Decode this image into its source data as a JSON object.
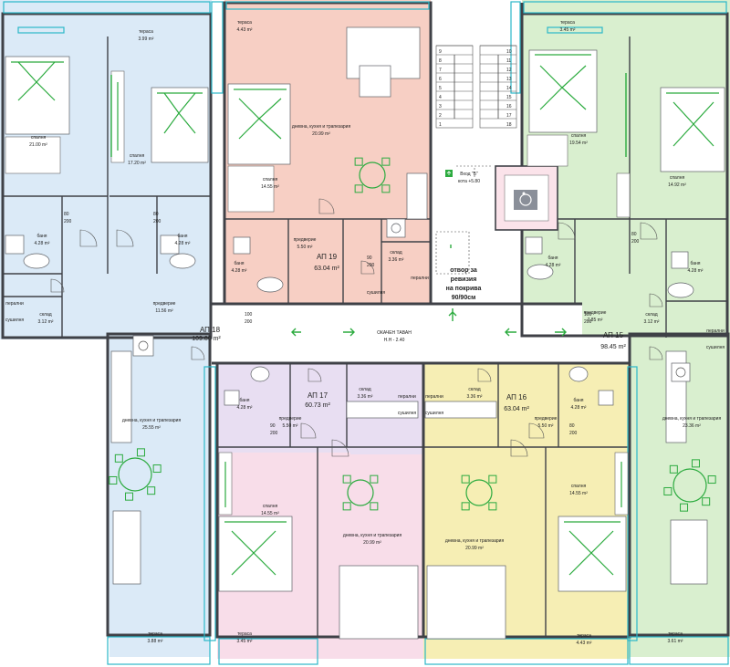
{
  "colors": {
    "blue": "#dbeaf7",
    "salmon": "#f7cfc4",
    "green": "#d9efcf",
    "pink": "#f8dde9",
    "yellow": "#f6eeb4",
    "lavender": "#e8def2",
    "corridor": "#ffffff",
    "accent_green": "#2cab3f"
  },
  "apartments": {
    "ap18": {
      "label": "АП 18",
      "area": "109.86 m²"
    },
    "ap19": {
      "label": "АП 19",
      "area": "63.04 m²"
    },
    "ap15": {
      "label": "АП 15",
      "area": "98.45 m²"
    },
    "ap17": {
      "label": "АП 17",
      "area": "60.73 m²"
    },
    "ap16": {
      "label": "АП 16",
      "area": "63.04 m²"
    }
  },
  "rooms": {
    "bl_terrace": {
      "name": "тераса",
      "area": "3.99 m²"
    },
    "bl_bed1": {
      "name": "спалня",
      "area": "21.00 m²"
    },
    "bl_bed2": {
      "name": "спалня",
      "area": "17.20 m²"
    },
    "bl_bath1": {
      "name": "баня",
      "area": "4.28 m²"
    },
    "bl_bath2": {
      "name": "баня",
      "area": "4.28 m²"
    },
    "bl_laundry": {
      "name": "перални",
      "area": ""
    },
    "bl_dryer": {
      "name": "сушилня",
      "area": ""
    },
    "bl_storage": {
      "name": "склад",
      "area": "3.12 m²"
    },
    "bl_hall": {
      "name": "предверие",
      "area": "11.56 m²"
    },
    "bl_living": {
      "name": "дневна, кухня и трапезария",
      "area": "25.55 m²"
    },
    "bl_terrace2": {
      "name": "тераса",
      "area": "3.88 m²"
    },
    "sa_terrace": {
      "name": "тераса",
      "area": "4.43 m²"
    },
    "sa_living": {
      "name": "дневна, кухня и трапезария",
      "area": "20.99 m²"
    },
    "sa_bed": {
      "name": "спалня",
      "area": "14.55 m²"
    },
    "sa_hall": {
      "name": "предверие",
      "area": "5.50 m²"
    },
    "sa_bath": {
      "name": "баня",
      "area": "4.28 m²"
    },
    "sa_storage": {
      "name": "склад",
      "area": "3.36 m²"
    },
    "sa_laundry": {
      "name": "перални",
      "area": ""
    },
    "sa_dryer": {
      "name": "сушилня",
      "area": ""
    },
    "gr_terrace": {
      "name": "тераса",
      "area": "3.45 m²"
    },
    "gr_bed1": {
      "name": "спалня",
      "area": "19.54 m²"
    },
    "gr_bed2": {
      "name": "спалня",
      "area": "14.92 m²"
    },
    "gr_bath1": {
      "name": "баня",
      "area": "4.28 m²"
    },
    "gr_bath2": {
      "name": "баня",
      "area": "4.28 m²"
    },
    "gr_hall": {
      "name": "предверие",
      "area": "7.85 m²"
    },
    "gr_storage": {
      "name": "склад",
      "area": "3.12 m²"
    },
    "gr_laundry": {
      "name": "перални",
      "area": ""
    },
    "gr_dryer": {
      "name": "сушилня",
      "area": ""
    },
    "gr_living": {
      "name": "дневна, кухня и трапезария",
      "area": "23.36 m²"
    },
    "gr_terrace2": {
      "name": "тераса",
      "area": "3.61 m²"
    },
    "pk_bath": {
      "name": "баня",
      "area": "4.28 m²"
    },
    "pk_storage": {
      "name": "склад",
      "area": "3.36 m²"
    },
    "pk_hall": {
      "name": "предверие",
      "area": "5.50 m²"
    },
    "pk_bed": {
      "name": "спалня",
      "area": "14.55 m²"
    },
    "pk_living": {
      "name": "дневна, кухня и трапезария",
      "area": "20.99 m²"
    },
    "pk_terrace": {
      "name": "тераса",
      "area": "3.45 m²"
    },
    "pk_laundry": {
      "name": "перални",
      "area": ""
    },
    "pk_dryer": {
      "name": "сушилня",
      "area": ""
    },
    "ye_storage": {
      "name": "склад",
      "area": "3.36 m²"
    },
    "ye_bath": {
      "name": "баня",
      "area": "4.28 m²"
    },
    "ye_hall": {
      "name": "предверие",
      "area": "5.50 m²"
    },
    "ye_bed": {
      "name": "спалня",
      "area": "14.55 m²"
    },
    "ye_living": {
      "name": "дневна, кухня и трапезария",
      "area": "20.99 m²"
    },
    "ye_terrace": {
      "name": "тераса",
      "area": "4.43 m²"
    },
    "ye_laundry": {
      "name": "перални",
      "area": ""
    },
    "ye_dryer": {
      "name": "сушилня",
      "area": ""
    }
  },
  "corridor": {
    "line1": "ОКАЧЕН ТАВАН",
    "line2": "Н.Н - 2.40"
  },
  "entrance": {
    "line1": "Вход \"Б\"",
    "line2": "кота +5.80"
  },
  "revision": {
    "line1": "отвор за",
    "line2": "ревизия",
    "line3": "на покрива",
    "line4": "90/90см"
  },
  "stairs_left": [
    "9",
    "8",
    "7",
    "6",
    "5",
    "4",
    "3",
    "2",
    "1"
  ],
  "stairs_right": [
    "10",
    "11",
    "12",
    "13",
    "14",
    "15",
    "16",
    "17",
    "18"
  ],
  "dims": {
    "d80": "80",
    "d90": "90",
    "d100": "100",
    "d200": "200"
  }
}
